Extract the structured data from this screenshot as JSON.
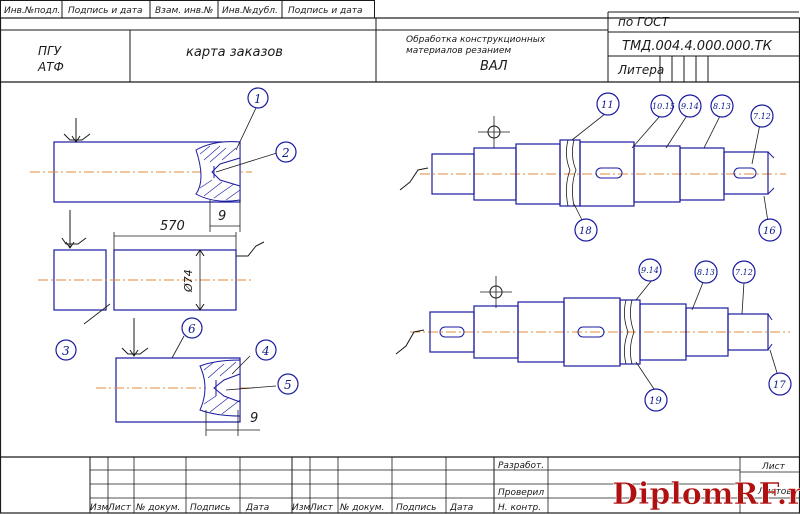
{
  "stamp_top": {
    "cells": [
      "Инв.№подл.",
      "Подпись и дата",
      "Взам. инв.№",
      "Инв.№дубл.",
      "Подпись и дата"
    ]
  },
  "header": {
    "org": [
      "ПГУ",
      "АТФ"
    ],
    "doc_title": "карта заказов",
    "process": [
      "Обработка конструкционных",
      "материалов резанием"
    ],
    "part": "ВАЛ",
    "standard": "по ГОСТ",
    "designation": "ТМД.004.4.000.000.ТК",
    "litera": "Литера"
  },
  "left_callouts": [
    "1",
    "2",
    "3",
    "4",
    "5",
    "6"
  ],
  "dimensions": {
    "length": "570",
    "diameter": "Ø74",
    "face_top": "9",
    "face_bottom": "9"
  },
  "shaft_top": {
    "circles": [
      "11",
      "10.15",
      "9.14",
      "8.13",
      "7.12",
      "18",
      "16"
    ]
  },
  "shaft_bottom": {
    "circles": [
      "9.14",
      "8.13",
      "7.12",
      "19",
      "17"
    ]
  },
  "title_block": {
    "columns": [
      "Изм",
      "Лист",
      "№ докум.",
      "Подпись",
      "Дата",
      "Изм",
      "Лист",
      "№ докум.",
      "Подпись",
      "Дата"
    ],
    "roles": [
      "Разработ.",
      "Проверил",
      "Н. контр."
    ],
    "sheet": "Лист",
    "sheets": "Листов"
  },
  "watermark": "DiplomRF.ru"
}
